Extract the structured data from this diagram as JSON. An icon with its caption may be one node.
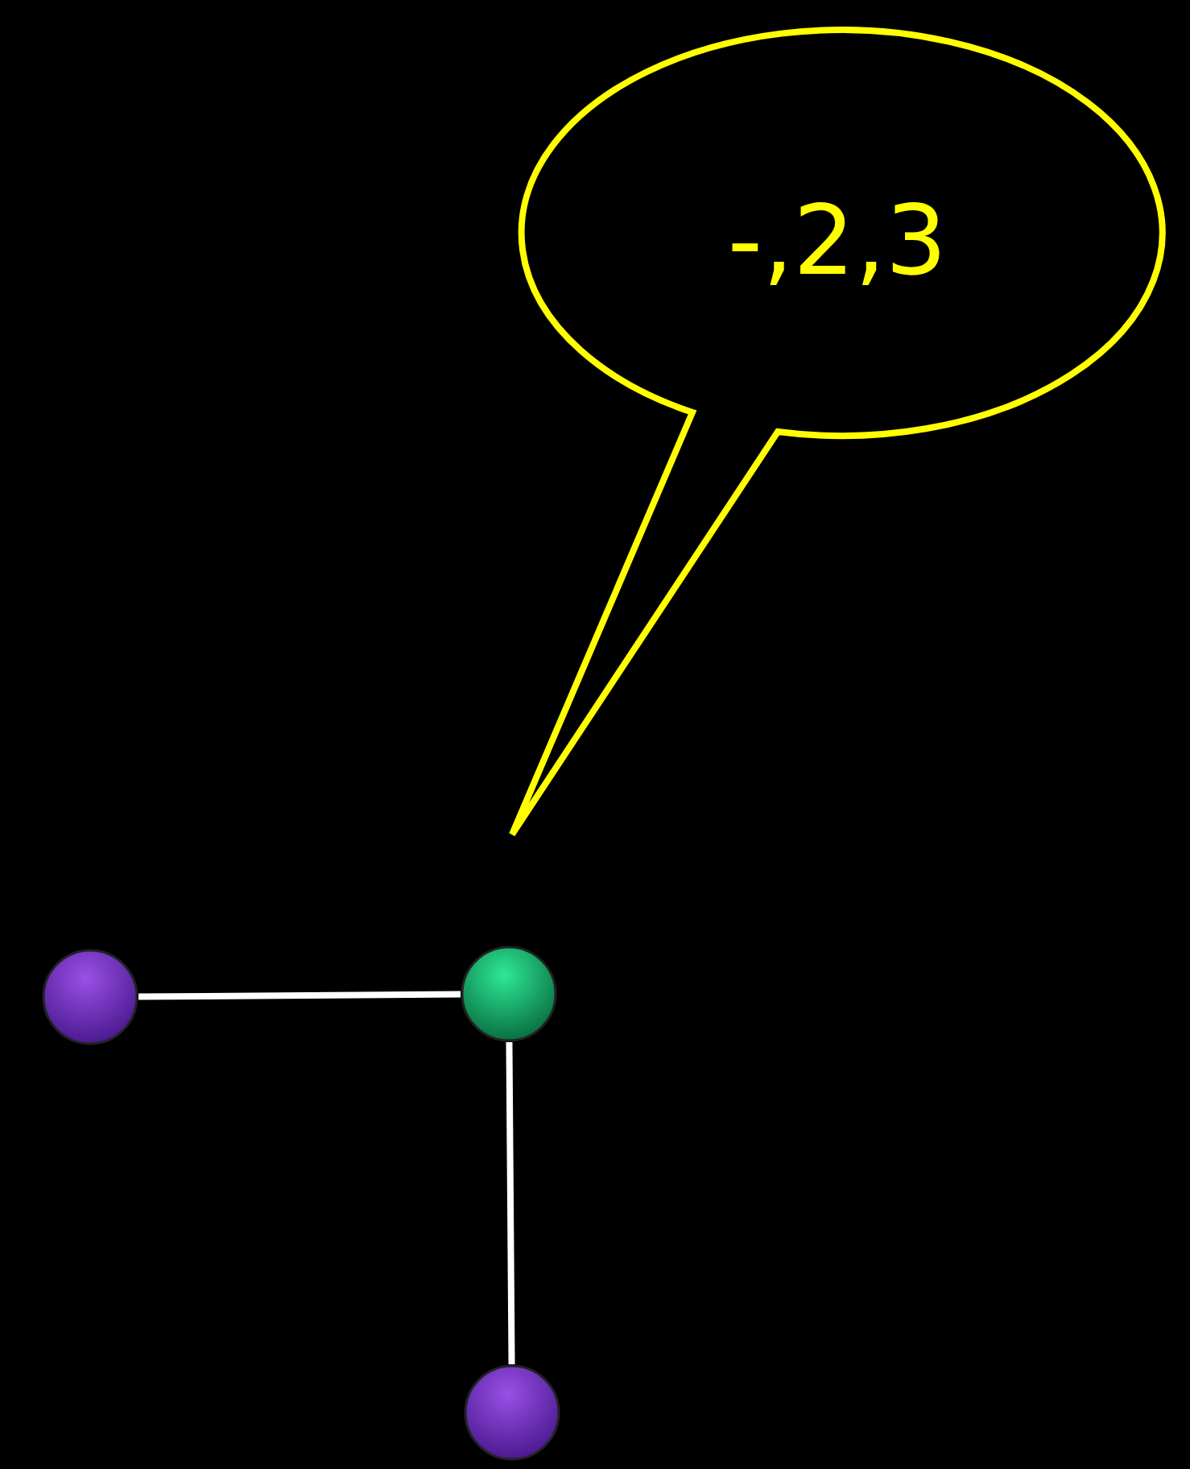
{
  "diagram": {
    "nodes": [
      {
        "text": [
          "-,2,3"
        ]
      },
      {
        "text": [],
        "shape": "circle"
      },
      {
        "text": [],
        "shape": "circle"
      },
      {
        "text": [],
        "shape": "circle"
      }
    ],
    "edges": [
      {
        "from": 1,
        "to": 2,
        "arrow": "none"
      },
      {
        "from": 2,
        "to": 3,
        "arrow": "none"
      }
    ]
  }
}
